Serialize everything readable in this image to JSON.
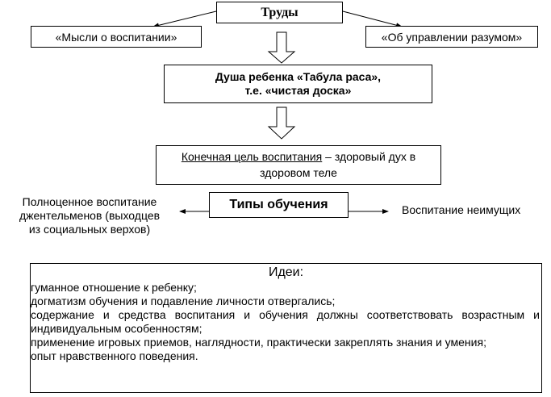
{
  "top": {
    "title": "Труды"
  },
  "works": {
    "left": "«Мысли о воспитании»",
    "right": "«Об управлении разумом»"
  },
  "soul": {
    "line1": "Душа ребенка «Табула раса»,",
    "line2": "т.е. «чистая доска»"
  },
  "goal": {
    "underlined": "Конечная цель воспитания",
    "rest_line1": " – здоровый дух в",
    "line2": "здоровом теле"
  },
  "types": {
    "title": "Типы обучения",
    "left": [
      "Полноценное воспитание",
      "джентельменов (выходцев",
      "из социальных верхов)"
    ],
    "right": "Воспитание неимущих"
  },
  "ideas": {
    "title": "Идеи:",
    "items": [
      "гуманное отношение к ребенку;",
      "догматизм обучения и подавление личности отвергались;",
      "содержание и средства воспитания и обучения должны соответствовать возрастным и индивидуальным особенностям;",
      "применение игровых приемов, наглядности, практически закреплять знания и умения;",
      "опыт нравственного поведения."
    ]
  }
}
